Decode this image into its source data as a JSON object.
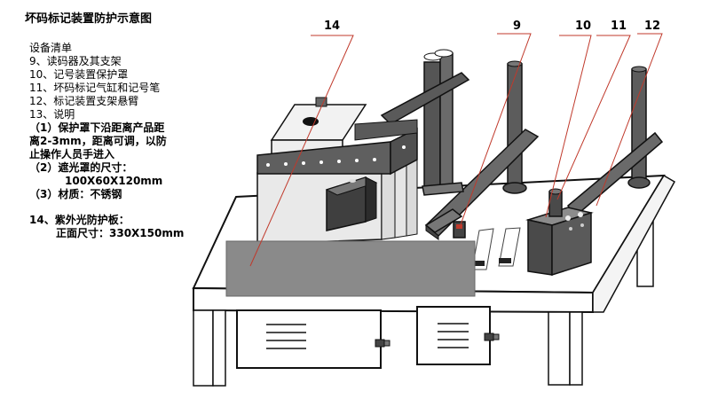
{
  "title": "坏码标记装置防护示意图",
  "legend": {
    "heading": "设备清单",
    "items": [
      "9、读码器及其支架",
      "10、记号装置保护罩",
      "11、坏码标记气缸和记号笔",
      "12、标记装置支架悬臂",
      "13、说明"
    ],
    "note1": [
      "（1）保护罩下沿距离产品距",
      "离2-3mm，距离可调，以防",
      "止操作人员手进入"
    ],
    "note2": [
      "（2）遮光罩的尺寸：",
      "100X60X120mm"
    ],
    "note3": "（3）材质：不锈钢",
    "item14": "14、紫外光防护板：",
    "item14_size": "正面尺寸：330X150mm"
  },
  "callouts": {
    "c14": "14",
    "c9": "9",
    "c10": "10",
    "c11": "11",
    "c12": "12"
  },
  "colors": {
    "steel_dark": "#4a4a4a",
    "steel_mid": "#6e6e6e",
    "panel_grey": "#8a8a8a",
    "leader_red": "#c0392b",
    "outline": "#111111"
  }
}
